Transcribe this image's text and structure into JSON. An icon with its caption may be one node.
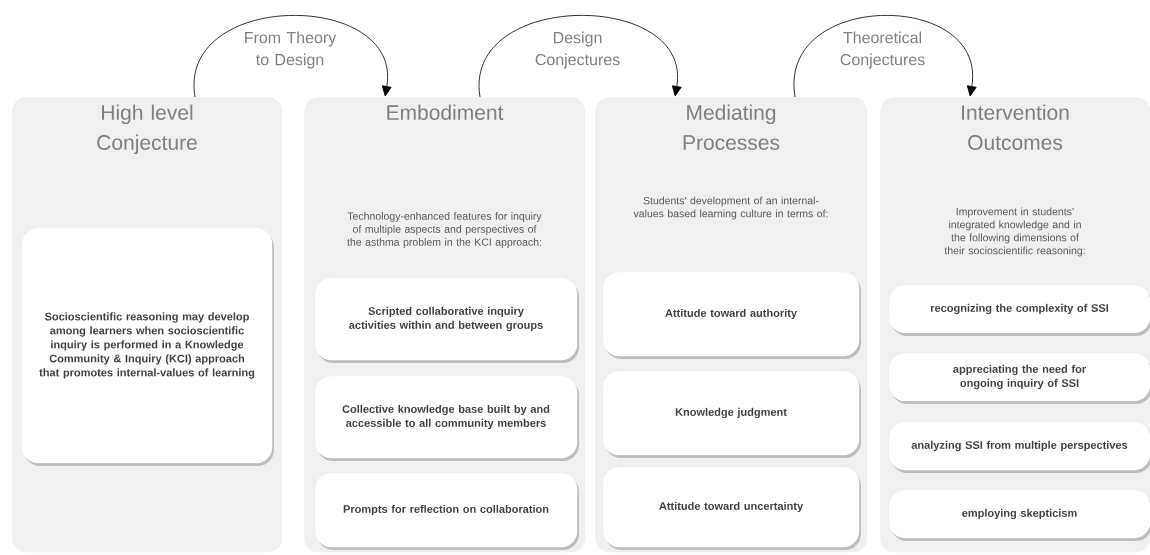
{
  "diagram": {
    "nodes": [
      {
        "text": [
          "High level Conjecture"
        ]
      },
      {
        "text": [
          "Socioscientific reasoning may develop among learners when socioscientific inquiry is performed in a Knowledge Community & Inquiry (KCI) approach that promotes internal-values of learning"
        ],
        "in": 0
      },
      {
        "text": [
          "Embodiment",
          "Technology-enhanced features for inquiry of multiple aspects and perspectives of the asthma problem in the KCI approach:"
        ]
      },
      {
        "text": [
          "Scripted collaborative inquiry activities within and between groups"
        ],
        "in": 2
      },
      {
        "text": [
          "Collective  knowledge base built by and accessible to all community members"
        ],
        "in": 2
      },
      {
        "text": [
          "Prompts for reflection on collaboration"
        ],
        "in": 2
      },
      {
        "text": [
          "Mediating Processes",
          "Students' development of an internal-values based learning culture in terms of:"
        ]
      },
      {
        "text": [
          "Attitude toward authority"
        ],
        "in": 6
      },
      {
        "text": [
          "Knowledge judgment"
        ],
        "in": 6
      },
      {
        "text": [
          "Attitude toward uncertainty"
        ],
        "in": 6
      },
      {
        "text": [
          "Intervention Outcomes",
          "Improvement in students’ integrated knowledge and in the following dimensions of their socioscientific reasoning:"
        ]
      },
      {
        "text": [
          "recognizing  the complexity of SSI"
        ],
        "in": 10
      },
      {
        "text": [
          "appreciating the need for ongoing inquiry of SSI"
        ],
        "in": 10
      },
      {
        "text": [
          "analyzing SSI from multiple perspectives"
        ],
        "in": 10
      },
      {
        "text": [
          "employing skepticism"
        ],
        "in": 10
      }
    ],
    "edges": [
      {
        "from": 0,
        "to": 2,
        "arrow": "to",
        "label": "From Theory to Design"
      },
      {
        "from": 2,
        "to": 6,
        "arrow": "to",
        "label": "Design Conjectures"
      },
      {
        "from": 6,
        "to": 10,
        "arrow": "to",
        "label": "Theoretical Conjectures"
      }
    ]
  }
}
